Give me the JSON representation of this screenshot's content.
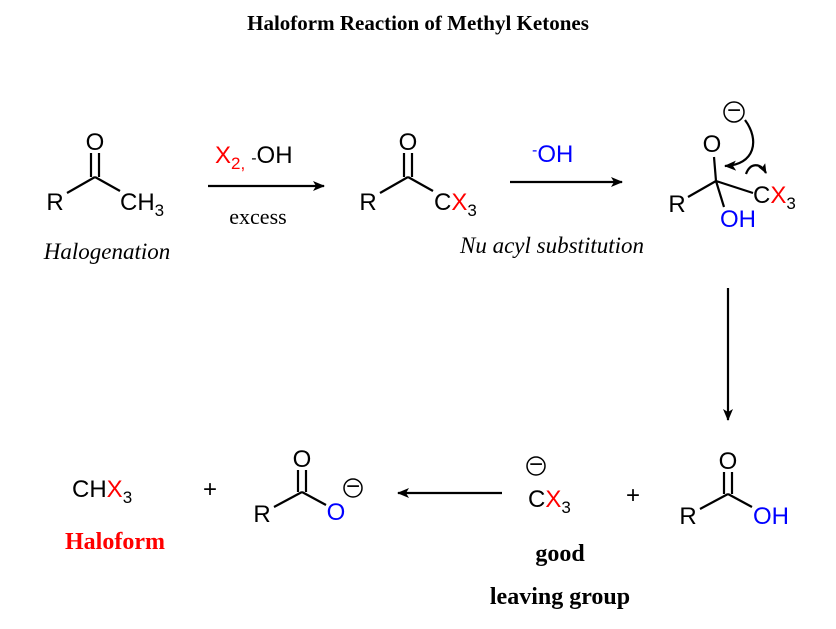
{
  "title": "Haloform Reaction of Methyl Ketones",
  "colors": {
    "halogen": "#ff0000",
    "nucleophile": "#0000ff",
    "text": "#000000"
  },
  "step1": {
    "reactant": {
      "carbonyl_o": "O",
      "r": "R",
      "ch": "CH",
      "ch_sub": "3"
    },
    "reagent_x": "X",
    "reagent_x_sub": "2,",
    "reagent_oh_charge": "-",
    "reagent_oh": "OH",
    "condition": "excess",
    "label": "Halogenation"
  },
  "step2": {
    "product": {
      "carbonyl_o": "O",
      "r": "R",
      "c": "C",
      "x": "X",
      "x_sub": "3"
    },
    "reagent_charge": "-",
    "reagent": "OH",
    "label": "Nu acyl substitution"
  },
  "intermediate": {
    "o": "O",
    "charge": "−",
    "r": "R",
    "c": "C",
    "x": "X",
    "x_sub": "3",
    "oh": "OH"
  },
  "products": {
    "haloform": {
      "ch": "CH",
      "x": "X",
      "x_sub": "3",
      "label": "Haloform"
    },
    "plus1": "+",
    "carboxylate": {
      "carbonyl_o": "O",
      "r": "R",
      "o": "O",
      "charge": "−"
    },
    "carbanion": {
      "charge": "−",
      "c": "C",
      "x": "X",
      "x_sub": "3"
    },
    "plus2": "+",
    "acid": {
      "carbonyl_o": "O",
      "r": "R",
      "oh": "OH"
    },
    "leaving_label_1": "good",
    "leaving_label_2": "leaving group"
  }
}
